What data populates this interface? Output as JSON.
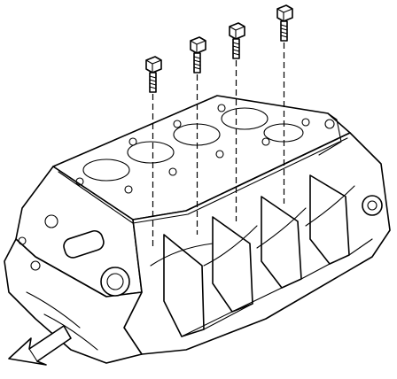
{
  "diagram": {
    "type": "exploded-view illustration",
    "subject": "engine-block-with-bolts",
    "bolt_count": 4,
    "direction_indicator": "arrow-pointing-lower-left",
    "line_color": "#000000",
    "background_color": "#ffffff"
  }
}
